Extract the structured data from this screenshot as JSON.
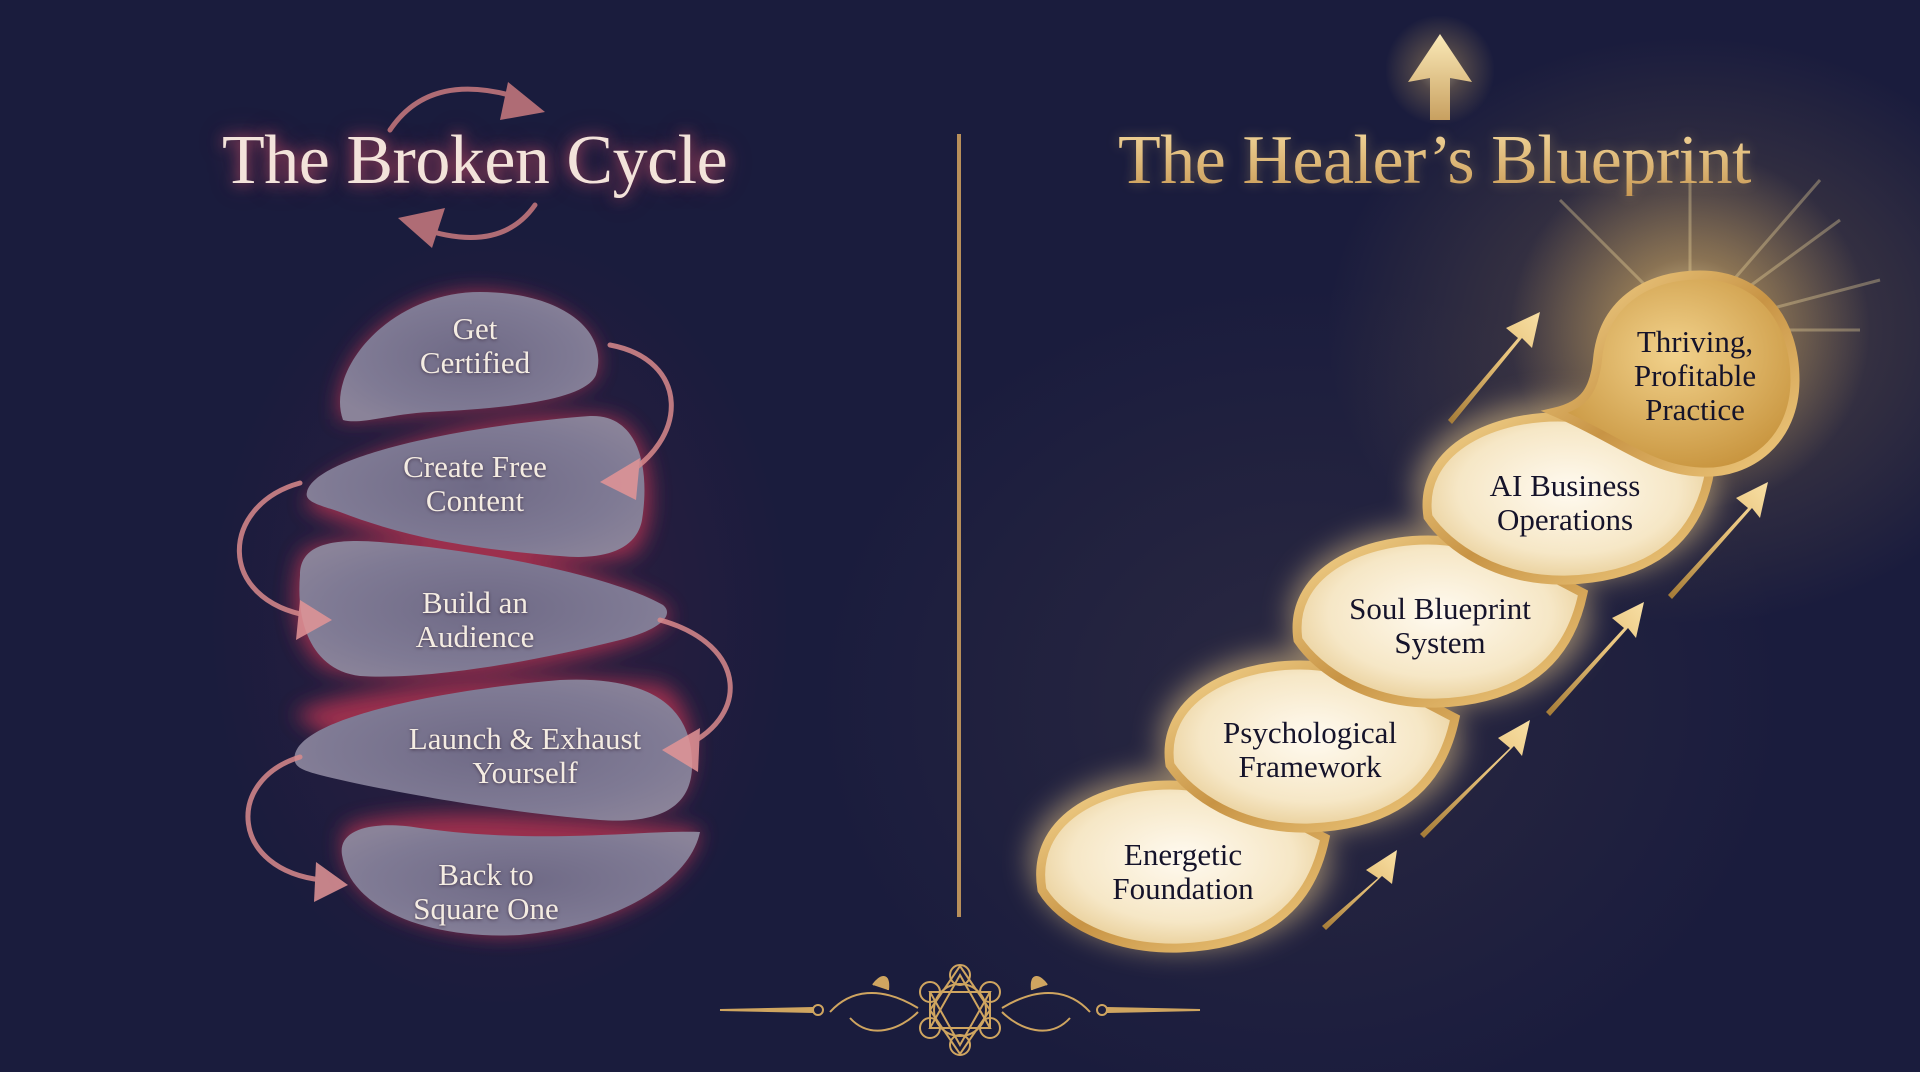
{
  "left_panel": {
    "title": "The Broken Cycle",
    "steps": [
      {
        "line1": "Get",
        "line2": "Certified"
      },
      {
        "line1": "Create Free",
        "line2": "Content"
      },
      {
        "line1": "Build an",
        "line2": "Audience"
      },
      {
        "line1": "Launch & Exhaust",
        "line2": "Yourself"
      },
      {
        "line1": "Back to",
        "line2": "Square One"
      }
    ],
    "icons": [
      "cycle-arrows-icon",
      "curved-arrow-icon"
    ]
  },
  "right_panel": {
    "title": "The Healer’s Blueprint",
    "steps": [
      {
        "line1": "Energetic",
        "line2": "Foundation"
      },
      {
        "line1": "Psychological",
        "line2": "Framework"
      },
      {
        "line1": "Soul Blueprint",
        "line2": "System"
      },
      {
        "line1": "AI Business",
        "line2": "Operations"
      },
      {
        "line1": "Thriving,",
        "line2": "Profitable",
        "line3": "Practice"
      }
    ],
    "icons": [
      "up-arrow-icon",
      "rising-arrow-icon"
    ]
  },
  "decor": {
    "divider": "vertical-gold-line",
    "ornament": "metatrons-cube-flourish-icon"
  },
  "colors": {
    "background": "#1a1c3d",
    "left_blob": "#7d7792",
    "left_glow": "#c8415f",
    "left_arrow": "#d98a8c",
    "gold": "#d4a85c",
    "gold_light": "#f6e7c6",
    "divider": "#b88f5a"
  }
}
